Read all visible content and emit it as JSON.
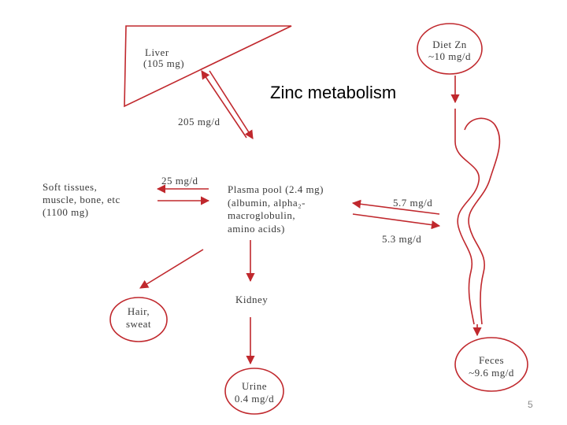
{
  "title": "Zinc metabolism",
  "page_number": "5",
  "colors": {
    "stroke": "#c0282d",
    "text": "#3a3a3a"
  },
  "nodes": {
    "liver": {
      "name": "Liver",
      "amount": "(105 mg)"
    },
    "diet": {
      "name": "Diet Zn",
      "amount": "~10 mg/d"
    },
    "soft_tissues": {
      "line1": "Soft tissues,",
      "line2": "muscle, bone, etc",
      "line3": "(1100 mg)"
    },
    "plasma_pool": {
      "line1": "Plasma pool (2.4 mg)",
      "line2": "(albumin, alpha₂-",
      "line3": "macroglobulin,",
      "line4": "amino acids)"
    },
    "hair": {
      "line1": "Hair,",
      "line2": "sweat"
    },
    "kidney": {
      "name": "Kidney"
    },
    "urine": {
      "name": "Urine",
      "amount": "0.4 mg/d"
    },
    "feces": {
      "name": "Feces",
      "amount": "~9.6 mg/d"
    }
  },
  "flows": {
    "liver_plasma": "205 mg/d",
    "soft_plasma": "25 mg/d",
    "gut_to_plasma": "5.7 mg/d",
    "plasma_to_gut": "5.3 mg/d"
  }
}
